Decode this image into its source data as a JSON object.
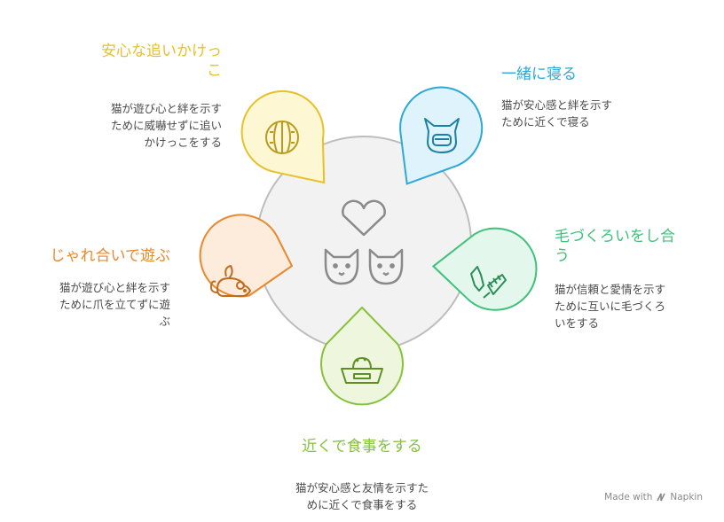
{
  "items": [
    {
      "key": "chase",
      "title": "安心な追いかけっ\nこ",
      "desc": "猫が遊び心と絆を示す\nために威嚇せずに追い\nかけっこをする",
      "color": "#e6c12a"
    },
    {
      "key": "sleep",
      "title": "一緒に寝る",
      "desc": "猫が安心感と絆を示す\nために近くで寝る",
      "color": "#2ea8d6"
    },
    {
      "key": "groom",
      "title": "毛づくろいをし合\nう",
      "desc": "猫が信頼と愛情を示す\nために互いに毛づくろ\nいをする",
      "color": "#3ec27a"
    },
    {
      "key": "eat",
      "title": "近くで食事をする",
      "desc": "猫が安心感と友情を示すた\nめに近くで食事をする",
      "color": "#86c13a"
    },
    {
      "key": "play",
      "title": "じゃれ合いで遊ぶ",
      "desc": "猫が遊び心と絆を示す\nために爪を立てずに遊\nぶ",
      "color": "#e8892e"
    }
  ],
  "footer": {
    "text": "Made with",
    "brand": "Napkin"
  }
}
